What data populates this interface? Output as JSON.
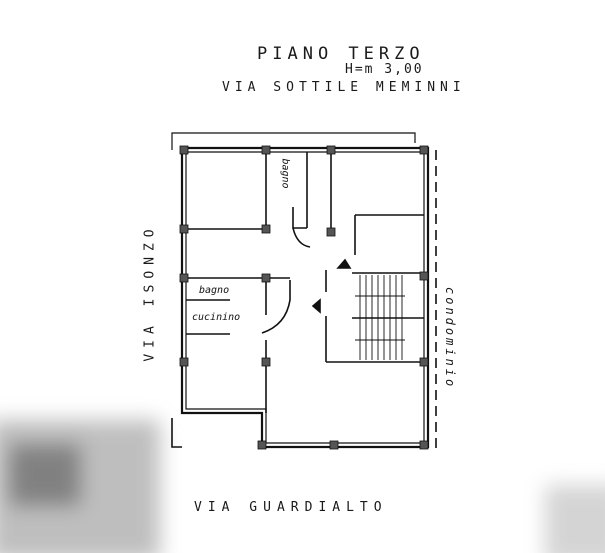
{
  "plan": {
    "title": "PIANO TERZO",
    "height_note": "H=m 3,00",
    "streets": {
      "top": "VIA SOTTILE MEMINNI",
      "left": "VIA ISONZO",
      "bottom": "VIA GUARDIALTO"
    },
    "neighbor_label": "condominio",
    "rooms": {
      "bath_upper": "bagno",
      "bath_lower": "bagno",
      "kitchenette": "cucinino"
    }
  }
}
